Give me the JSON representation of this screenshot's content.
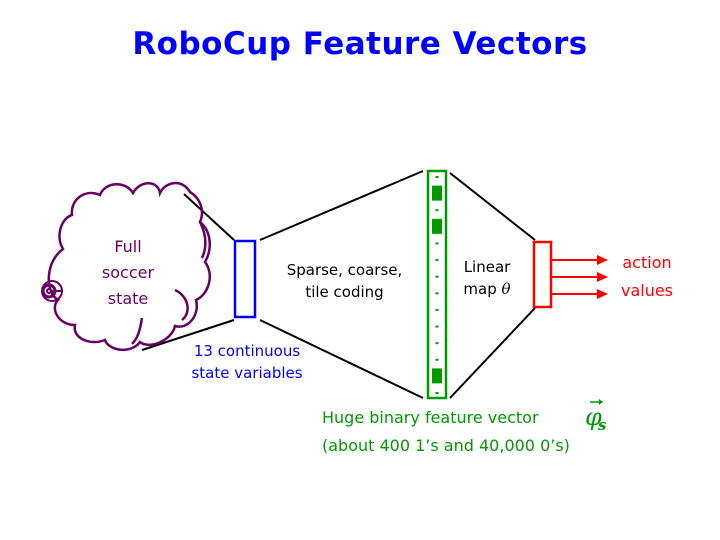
{
  "title": "RoboCup Feature Vectors",
  "colors": {
    "title": "#0000ff",
    "cloud": "#660066",
    "state_box": "#0000ff",
    "feature_vector": "#009900",
    "linear_map_box": "#ff0000",
    "connector_lines": "#000000",
    "label_black": "#000000"
  },
  "nodes": {
    "soccer_state": {
      "lines": [
        "Full",
        "soccer",
        "state"
      ],
      "icon": "soccer-ball-icon"
    },
    "state_variables": {
      "lines": [
        "13 continuous",
        "state variables"
      ]
    },
    "tile_coding": {
      "lines": [
        "Sparse, coarse,",
        "tile coding"
      ]
    },
    "feature_vector": {
      "lines": [
        "Huge binary feature vector",
        "(about 400 1’s and 40,000 0’s)"
      ],
      "symbol": "φ",
      "subscript": "s",
      "cells": [
        0,
        1,
        0,
        1,
        0,
        0,
        0,
        0,
        0,
        0,
        0,
        0,
        1,
        0
      ]
    },
    "linear_map": {
      "lines": [
        "Linear",
        "map"
      ],
      "symbol": "θ"
    },
    "action_values": {
      "lines": [
        "action",
        "values"
      ],
      "arrow_count": 3
    }
  }
}
